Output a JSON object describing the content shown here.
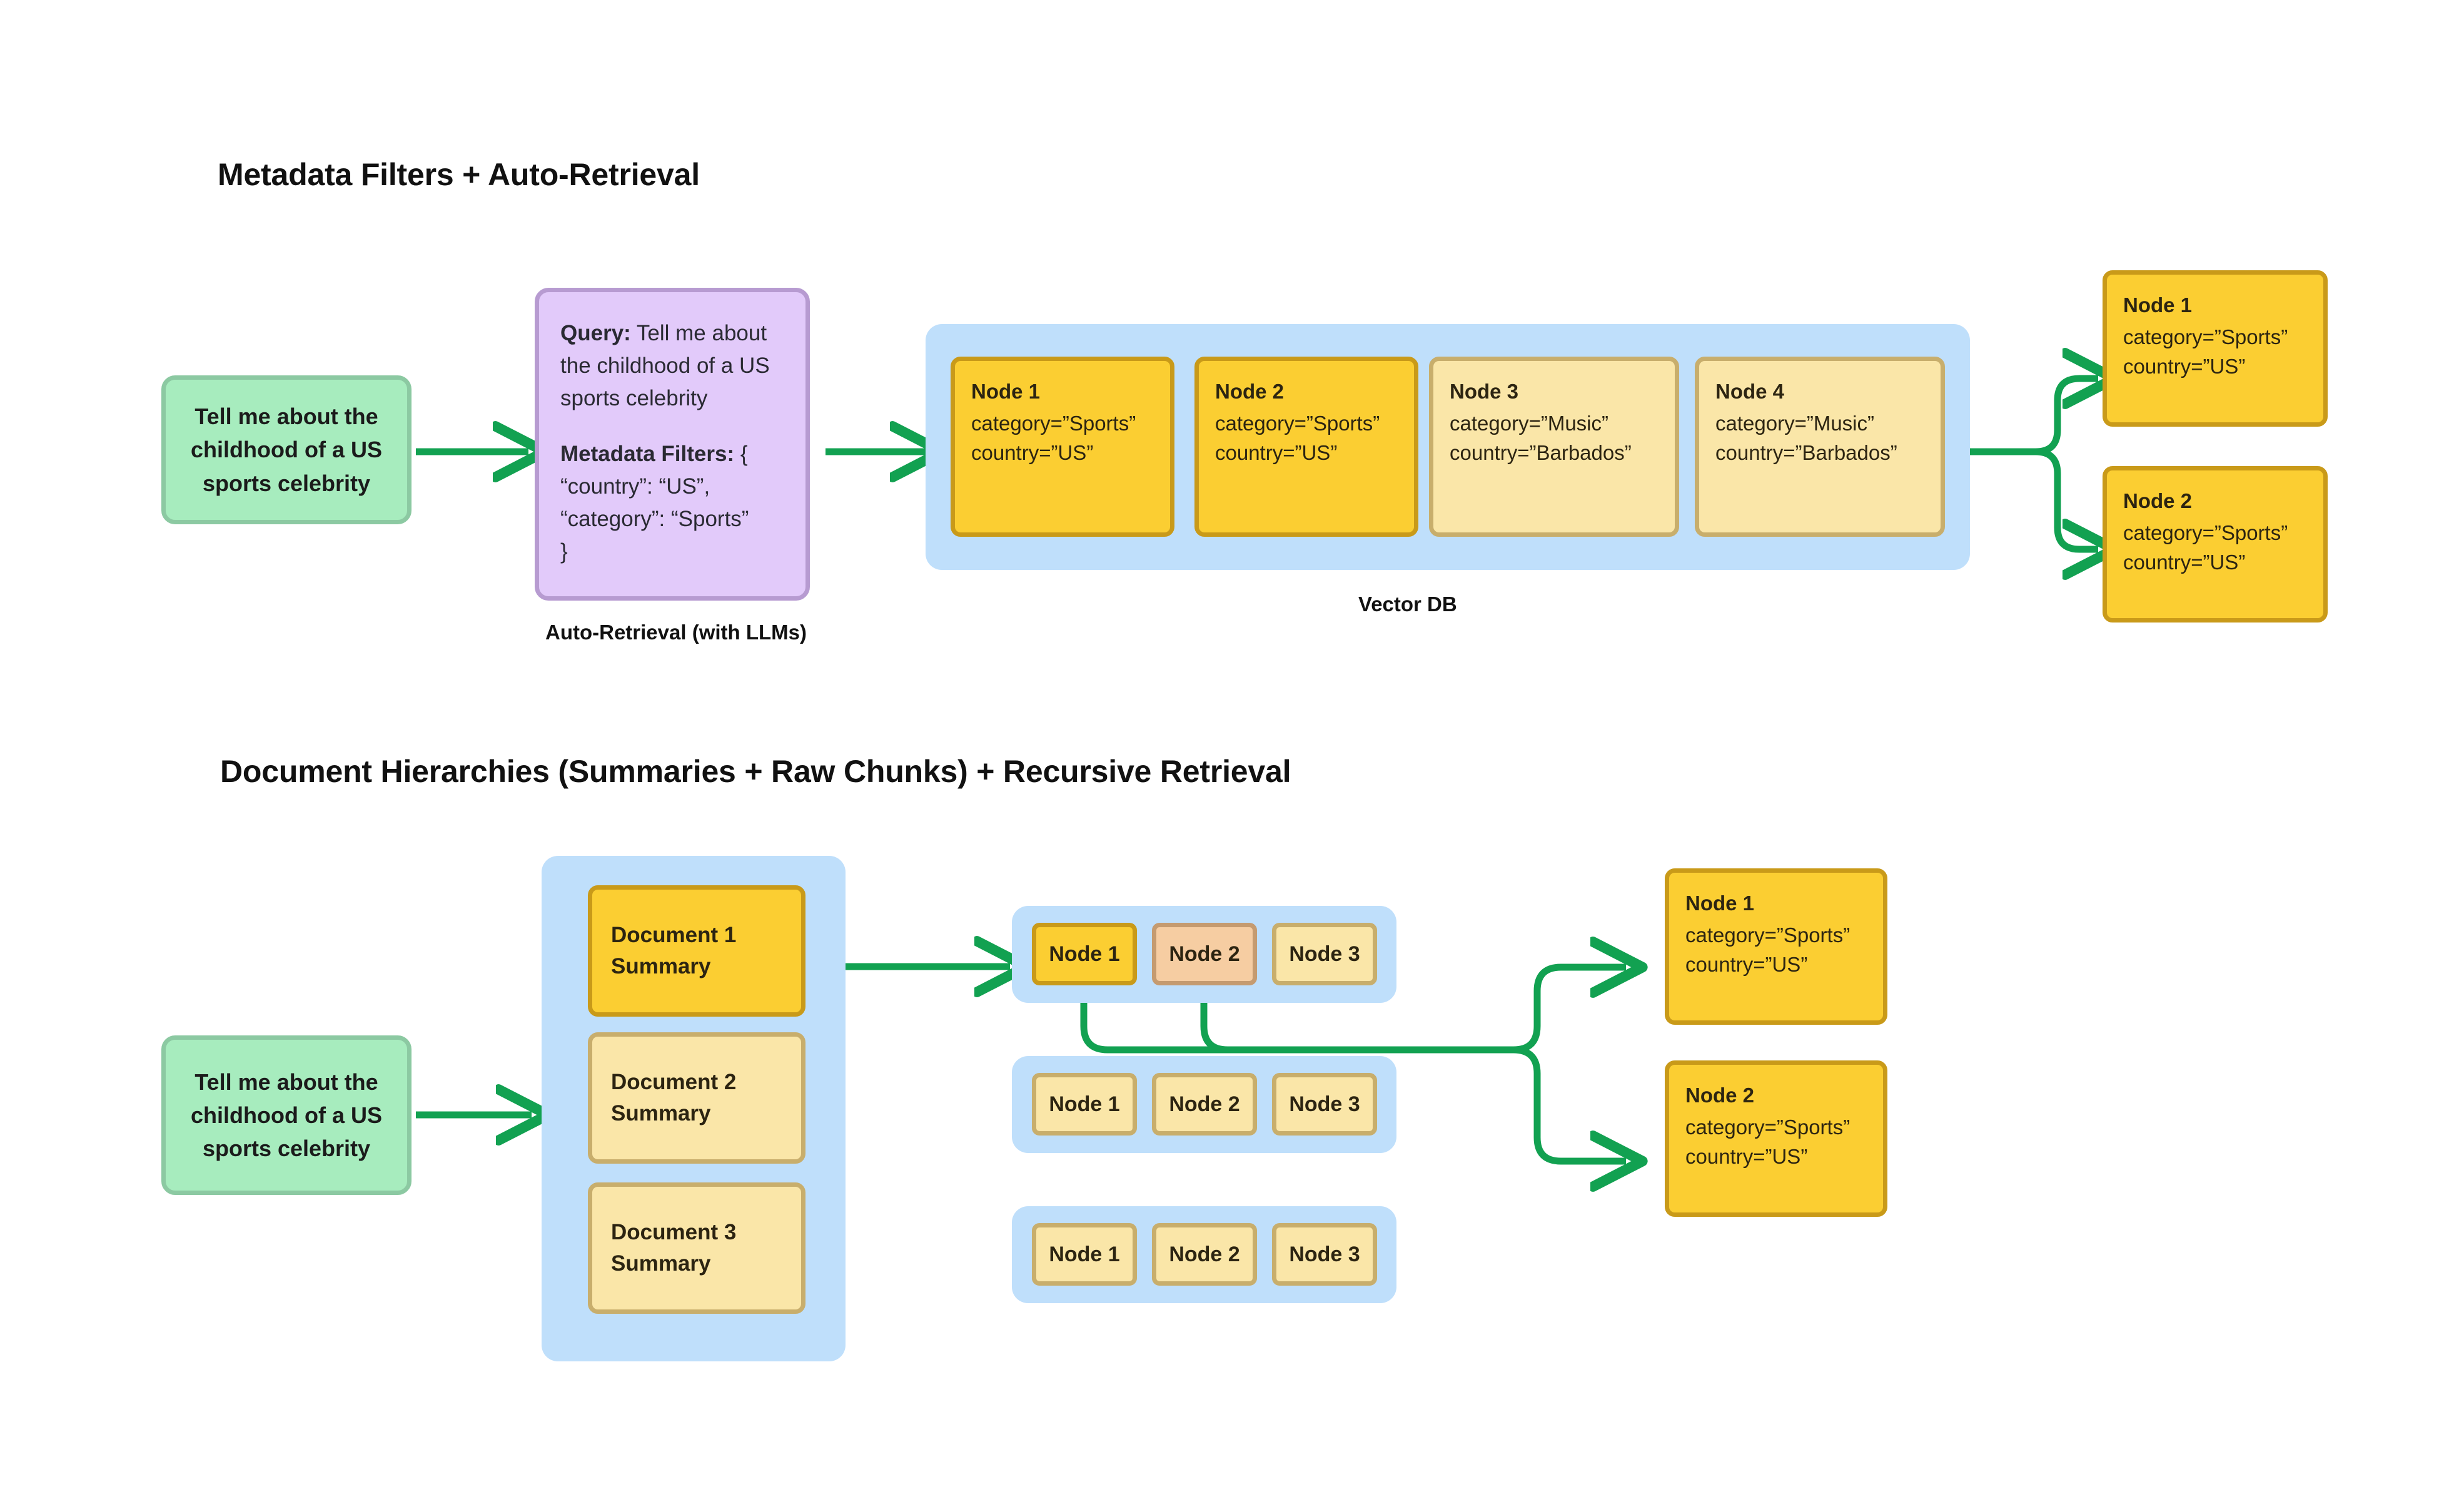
{
  "sections": [
    {
      "title": "Metadata Filters + Auto-Retrieval",
      "query_box": {
        "text": "Tell me about the childhood of a US sports celebrity"
      },
      "auto_retrieval": {
        "caption": "Auto-Retrieval (with LLMs)",
        "query_label": "Query:",
        "query_text": " Tell me about the childhood of a US sports celebrity",
        "filters_label": "Metadata Filters:",
        "filters_open": " {",
        "filters_lines": [
          "“country”: “US”,",
          "“category”: “Sports”",
          "}"
        ]
      },
      "vector_db": {
        "caption": "Vector DB",
        "nodes": [
          {
            "title": "Node 1",
            "category": "category=”Sports”",
            "country": "country=”US”",
            "style": "gold"
          },
          {
            "title": "Node 2",
            "category": "category=”Sports”",
            "country": "country=”US”",
            "style": "gold"
          },
          {
            "title": "Node 3",
            "category": "category=”Music”",
            "country": "country=”Barbados”",
            "style": "lightyellow"
          },
          {
            "title": "Node 4",
            "category": "category=”Music”",
            "country": "country=”Barbados”",
            "style": "lightyellow"
          }
        ]
      },
      "results": [
        {
          "title": "Node 1",
          "category": "category=”Sports”",
          "country": "country=”US”"
        },
        {
          "title": "Node 2",
          "category": "category=”Sports”",
          "country": "country=”US”"
        }
      ]
    },
    {
      "title": "Document Hierarchies (Summaries + Raw Chunks) + Recursive Retrieval",
      "query_box": {
        "text": "Tell me about the childhood of a US sports celebrity"
      },
      "documents": [
        {
          "line1": "Document 1",
          "line2": "Summary",
          "style": "gold"
        },
        {
          "line1": "Document 2",
          "line2": "Summary",
          "style": "lightyellow"
        },
        {
          "line1": "Document 3",
          "line2": "Summary",
          "style": "lightyellow"
        }
      ],
      "chunk_rows": [
        {
          "chips": [
            {
              "label": "Node 1",
              "style": "gold"
            },
            {
              "label": "Node 2",
              "style": "peach"
            },
            {
              "label": "Node 3",
              "style": "lightyellow"
            }
          ]
        },
        {
          "chips": [
            {
              "label": "Node 1",
              "style": "lightyellow"
            },
            {
              "label": "Node 2",
              "style": "lightyellow"
            },
            {
              "label": "Node 3",
              "style": "lightyellow"
            }
          ]
        },
        {
          "chips": [
            {
              "label": "Node 1",
              "style": "lightyellow"
            },
            {
              "label": "Node 2",
              "style": "lightyellow"
            },
            {
              "label": "Node 3",
              "style": "lightyellow"
            }
          ]
        }
      ],
      "results": [
        {
          "title": "Node 1",
          "category": "category=”Sports”",
          "country": "country=”US”"
        },
        {
          "title": "Node 2",
          "category": "category=”Sports”",
          "country": "country=”US”"
        }
      ]
    }
  ],
  "colors": {
    "arrow_green": "#12A151",
    "gold_fill": "#FBCE32",
    "gold_border": "#C99A19",
    "light_yellow_fill": "#FAE6A8",
    "light_yellow_border": "#C8AE6C",
    "peach_fill": "#F6CDA2",
    "peach_border": "#C59B70",
    "blue_group": "#BFDFFB",
    "green_fill": "#A7ECBE",
    "green_border": "#8CC9A2",
    "purple_fill": "#E2CAFA",
    "purple_border": "#B79BD1"
  }
}
